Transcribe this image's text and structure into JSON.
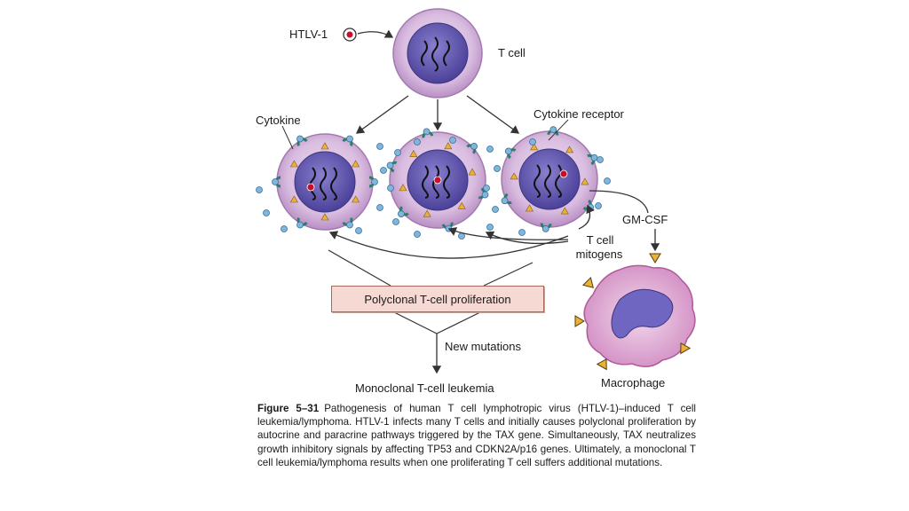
{
  "labels": {
    "htlv": "HTLV-1",
    "t_cell": "T cell",
    "cytokine": "Cytokine",
    "cytokine_receptor": "Cytokine receptor",
    "gm_csf": "GM-CSF",
    "t_cell_mitogens_line1": "T cell",
    "t_cell_mitogens_line2": "mitogens",
    "polyclonal": "Polyclonal T-cell proliferation",
    "new_mutations": "New mutations",
    "monoclonal": "Monoclonal T-cell leukemia",
    "macrophage": "Macrophage"
  },
  "caption": {
    "figure_label": "Figure 5–31",
    "text": "Pathogenesis of human T cell lymphotropic virus (HTLV-1)–induced T cell leukemia/lymphoma. HTLV-1 infects many T cells and initially causes polyclonal proliferation by autocrine and paracrine pathways triggered by the TAX gene. Simultaneously, TAX neutralizes growth inhibitory signals by affecting TP53 and CDKN2A/p16 genes. Ultimately, a monoclonal T cell leukemia/lymphoma results when one proliferating T cell suffers additional mutations."
  },
  "colors": {
    "cell_membrane": "#d7b8dc",
    "cell_nucleus": "#5a4fa6",
    "virus_red": "#c8102e",
    "cytokine_blue": "#7fb6dc",
    "receptor_green": "#2e7d6b",
    "triangle_yellow": "#e8b23a",
    "box_fill": "#f6d9d2",
    "arrow": "#333333"
  }
}
